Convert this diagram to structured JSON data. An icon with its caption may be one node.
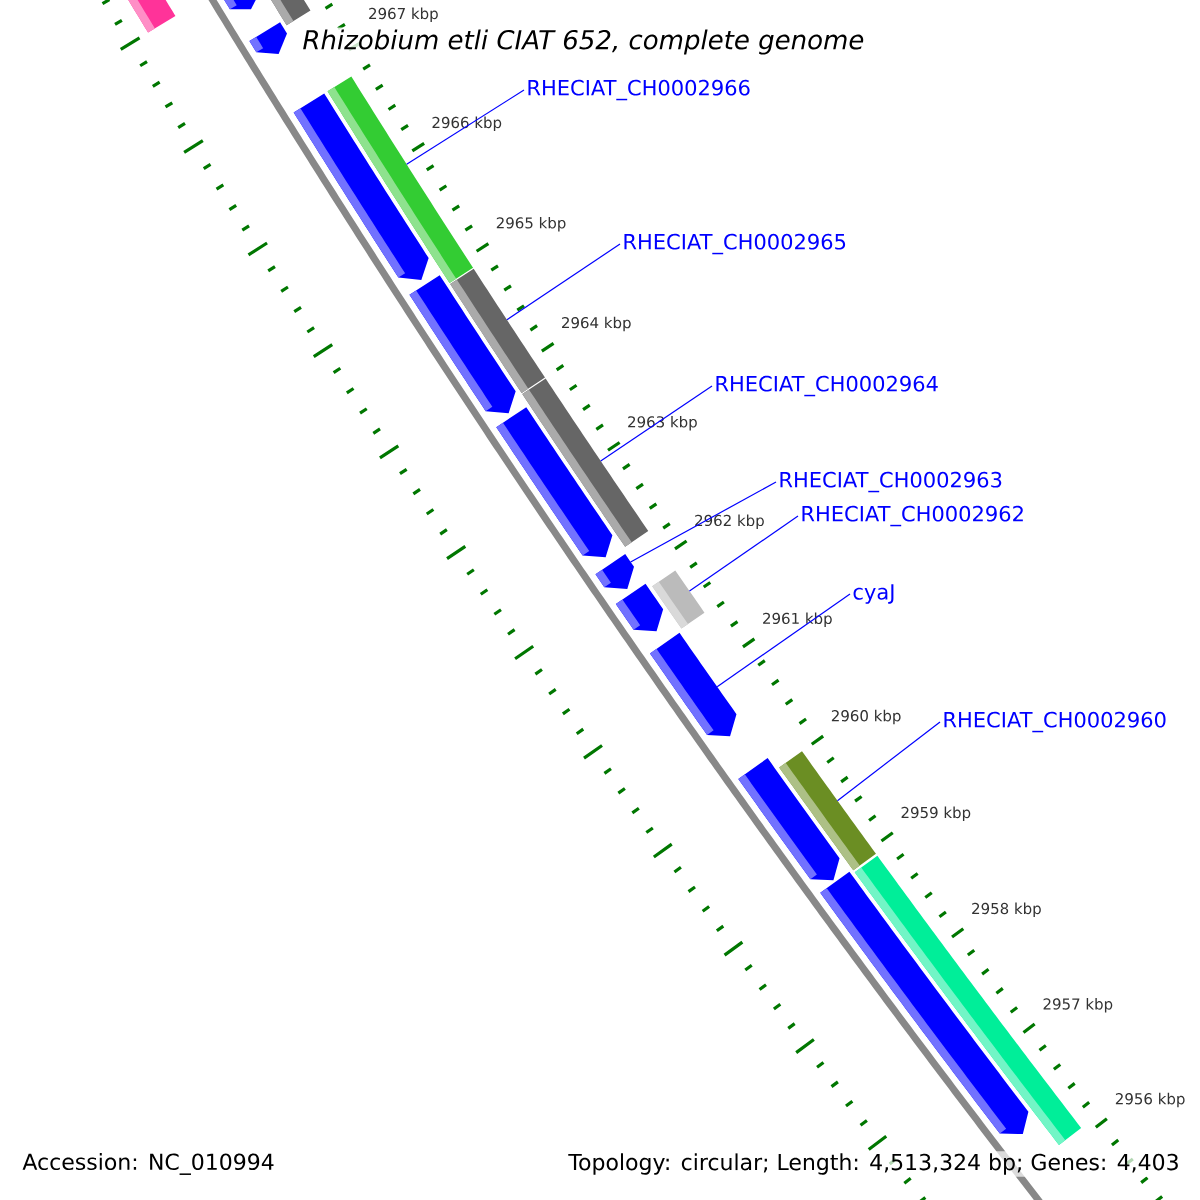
{
  "diagram": {
    "title": "Rhizobium etli CIAT 652, complete genome",
    "nodes": [
      {
        "text": [
          "RHECIAT_CH0002966"
        ]
      },
      {
        "text": [
          "RHECIAT_CH0002965"
        ]
      },
      {
        "text": [
          "RHECIAT_CH0002964"
        ]
      },
      {
        "text": [
          "RHECIAT_CH0002963"
        ]
      },
      {
        "text": [
          "RHECIAT_CH0002962"
        ]
      },
      {
        "text": [
          "cyaJ"
        ]
      },
      {
        "text": [
          "RHECIAT_CH0002960"
        ]
      },
      {
        "text": [],
        "shape": "bar"
      },
      {
        "text": [],
        "shape": "bar"
      },
      {
        "text": [],
        "shape": "pentagon"
      },
      {
        "text": [],
        "shape": "pentagon"
      },
      {
        "text": [],
        "shape": "bar"
      },
      {
        "text": [],
        "shape": "pentagon"
      },
      {
        "text": [],
        "shape": "bar"
      },
      {
        "text": [],
        "shape": "pentagon"
      },
      {
        "text": [],
        "shape": "bar"
      },
      {
        "text": [],
        "shape": "pentagon"
      },
      {
        "text": [],
        "shape": "pentagon"
      },
      {
        "text": [],
        "shape": "bar"
      },
      {
        "text": [],
        "shape": "pentagon"
      },
      {
        "text": [],
        "shape": "pentagon"
      },
      {
        "text": [],
        "shape": "bar"
      },
      {
        "text": [],
        "shape": "pentagon"
      },
      {
        "text": [],
        "shape": "bar"
      },
      {
        "text": [],
        "shape": "pentagon"
      }
    ],
    "edges": [
      {
        "from": 0,
        "to": 11,
        "arrow": "none"
      },
      {
        "from": 1,
        "to": 13,
        "arrow": "none"
      },
      {
        "from": 2,
        "to": 15,
        "arrow": "none"
      },
      {
        "from": 3,
        "to": 17,
        "arrow": "none"
      },
      {
        "from": 4,
        "to": 18,
        "arrow": "none"
      },
      {
        "from": 5,
        "to": 20,
        "arrow": "none"
      },
      {
        "from": 6,
        "to": 21,
        "arrow": "none"
      }
    ],
    "labels": [
      "2967 kbp",
      "2966 kbp",
      "2965 kbp",
      "2964 kbp",
      "2963 kbp",
      "2962 kbp",
      "2961 kbp",
      "2960 kbp",
      "2959 kbp",
      "2958 kbp",
      "2957 kbp",
      "2956 kbp",
      "Accession: NC_010994",
      "Topology: circular; Length: 4,513,324 bp; Genes: 4,403"
    ]
  }
}
